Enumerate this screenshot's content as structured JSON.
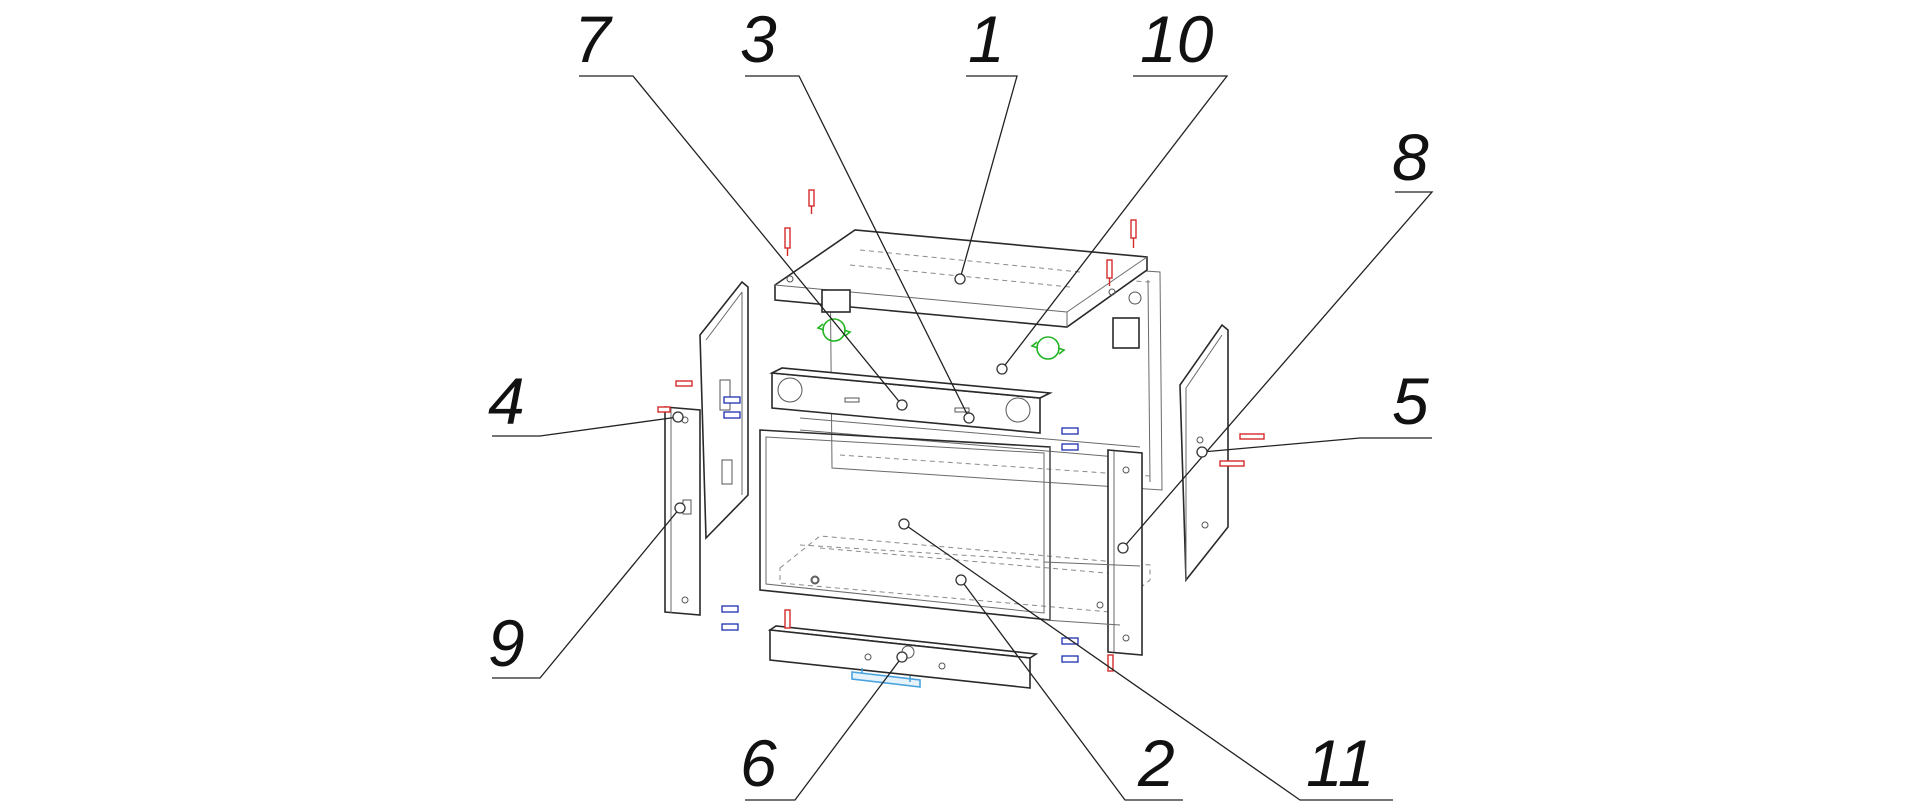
{
  "diagram": {
    "callouts": [
      {
        "id": "1",
        "label": "1"
      },
      {
        "id": "2",
        "label": "2"
      },
      {
        "id": "3",
        "label": "3"
      },
      {
        "id": "4",
        "label": "4"
      },
      {
        "id": "5",
        "label": "5"
      },
      {
        "id": "6",
        "label": "6"
      },
      {
        "id": "7",
        "label": "7"
      },
      {
        "id": "8",
        "label": "8"
      },
      {
        "id": "9",
        "label": "9"
      },
      {
        "id": "10",
        "label": "10"
      },
      {
        "id": "11",
        "label": "11"
      }
    ],
    "colors": {
      "line": "#2a2a2a",
      "screw": "#d42a2a",
      "dowel": "#1c2fb0",
      "cam": "#22b522",
      "handle": "#4aa3df"
    }
  }
}
